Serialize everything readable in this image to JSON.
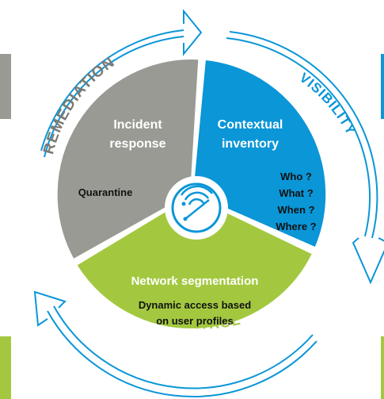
{
  "colors": {
    "remediation": "#9a9a94",
    "visibility": "#0a96d7",
    "control": "#a3c840",
    "arrow_stroke": "#0a96d7",
    "ring_label_gray": "#7a7a74",
    "white": "#ffffff",
    "black": "#111111"
  },
  "ring_labels": {
    "remediation": "REMEDIATION",
    "visibility": "VISIBILITY",
    "control": "CONTROL"
  },
  "segments": {
    "remediation": {
      "title_line1": "Incident",
      "title_line2": "response",
      "body": "Quarantine"
    },
    "visibility": {
      "title_line1": "Contextual",
      "title_line2": "inventory",
      "items": [
        "Who ?",
        "What ?",
        "When ?",
        "Where ?"
      ]
    },
    "control": {
      "title": "Network segmentation",
      "body_line1": "Dynamic access based",
      "body_line2": "on user profiles"
    }
  },
  "center_icon": "radar-icon"
}
